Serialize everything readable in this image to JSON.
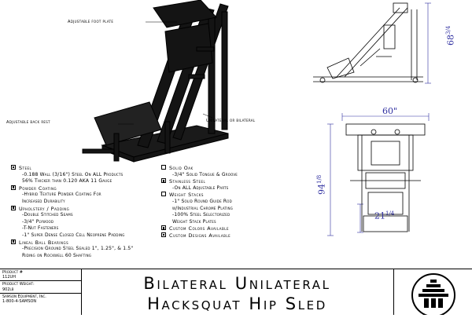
{
  "callouts": {
    "foot_plate": "Adjustable foot plate",
    "back_rest": "Adjustable back rest",
    "unilateral": "Unilateral or bilateral"
  },
  "dimensions": {
    "height_whole": "68",
    "height_frac": "3/4",
    "width": "60\"",
    "depth_whole": "94",
    "depth_frac": "1/8",
    "plate_whole": "21",
    "plate_frac": "1/4"
  },
  "specs_left": [
    {
      "type": "head",
      "checked": true,
      "text": "Steel"
    },
    {
      "type": "sub",
      "text": "-0.188 Wall (3/16\") Steel On ALL Products"
    },
    {
      "type": "sub",
      "text": "56% Thicker than 0.120 AKA 11 Gauge"
    },
    {
      "type": "head",
      "checked": true,
      "text": "Powder Coating"
    },
    {
      "type": "sub",
      "text": "-Hybrid Texture Powder Coating For"
    },
    {
      "type": "sub",
      "text": "Increased Durability"
    },
    {
      "type": "head",
      "checked": true,
      "text": "Upholstery / Padding"
    },
    {
      "type": "sub",
      "text": "-Double Stitched Seams"
    },
    {
      "type": "sub",
      "text": "-3/4\" Plywood"
    },
    {
      "type": "sub",
      "text": "-T-Nut Fasteners"
    },
    {
      "type": "sub",
      "text": "-1\" Super Dense Closed Cell Neoprene Padding"
    },
    {
      "type": "head",
      "checked": true,
      "text": "Lineal Ball Bearings"
    },
    {
      "type": "sub",
      "text": "-Precision Ground Steel Sealed 1\", 1.25\", & 1.5\""
    },
    {
      "type": "sub",
      "text": "Riding on Rockwell 60 Shafting"
    }
  ],
  "specs_right": [
    {
      "type": "head",
      "checked": false,
      "text": "Solid Oak"
    },
    {
      "type": "sub",
      "text": "-3/4\" Solid Tongue & Groove"
    },
    {
      "type": "head",
      "checked": true,
      "text": "Stainless Steel"
    },
    {
      "type": "sub",
      "text": "-On ALL Adjustable Parts"
    },
    {
      "type": "head",
      "checked": false,
      "text": "Weight Stacks"
    },
    {
      "type": "sub",
      "text": "-1\" Solid Round Guide Rod"
    },
    {
      "type": "sub",
      "text": "w/Industrial Chrome Plating"
    },
    {
      "type": "sub",
      "text": "-100% Steel Selectorized"
    },
    {
      "type": "sub",
      "text": "Weight Stack Plates"
    },
    {
      "type": "head",
      "checked": true,
      "text": "Custom Colors Available"
    },
    {
      "type": "head",
      "checked": true,
      "text": "Custom Designs Available"
    }
  ],
  "title_block": {
    "product_label": "Product #",
    "product_value": "112UH",
    "weight_label": "Product Weight:",
    "weight_value": "902lb",
    "company": "Samson Equipment, Inc.",
    "phone": "1-800-4-SAMSON",
    "title_line1": "Bilateral Unilateral",
    "title_line2": "Hacksquat Hip Sled"
  },
  "logo_icon": "samson-logo-icon",
  "colors": {
    "dimension": "#2f2fa0",
    "ink": "#000000"
  }
}
